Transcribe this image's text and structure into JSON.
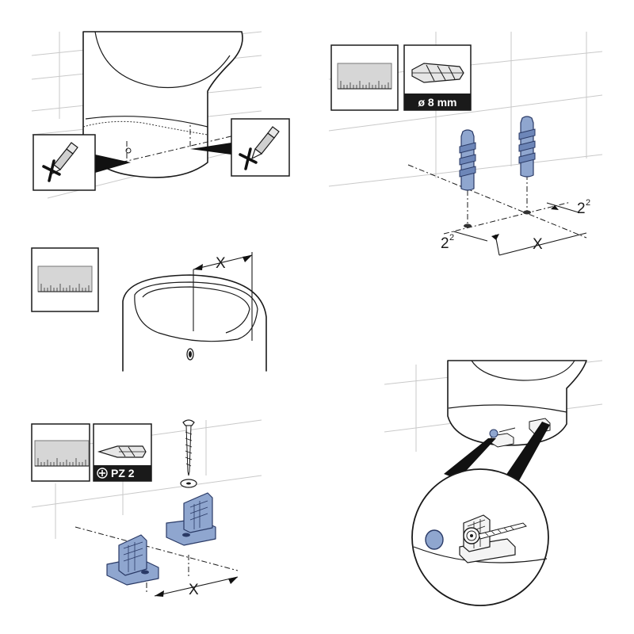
{
  "panels": {
    "drill": {
      "drill_size": "ø 8 mm",
      "dim_x": "X",
      "dim_offset_left": "2",
      "dim_offset_left_sup": "2",
      "dim_offset_right": "2",
      "dim_offset_right_sup": "2"
    },
    "measure": {
      "dim_x": "X"
    },
    "mount": {
      "driver_bit": "PZ 2",
      "dim_x": "X"
    }
  },
  "colors": {
    "part_blue": "#8fa6cf",
    "part_blue_dark": "#2a3a66",
    "badge_bg": "#1a1a1a"
  },
  "icons": [
    "pencil-icon",
    "ruler-icon",
    "drill-bit-icon",
    "screwdriver-icon",
    "phillips-icon"
  ]
}
